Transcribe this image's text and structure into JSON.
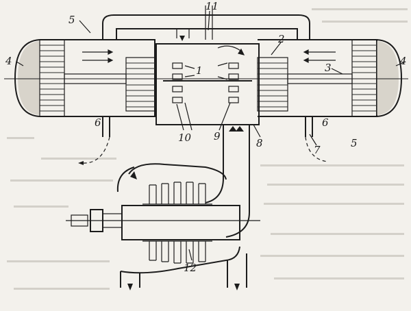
{
  "figure": {
    "labels": [
      {
        "id": "11",
        "text": "11"
      },
      {
        "id": "5-left",
        "text": "5"
      },
      {
        "id": "2",
        "text": "2"
      },
      {
        "id": "4-left",
        "text": "4"
      },
      {
        "id": "1",
        "text": "1"
      },
      {
        "id": "3",
        "text": "3"
      },
      {
        "id": "4-right",
        "text": "4"
      },
      {
        "id": "6-left",
        "text": "6"
      },
      {
        "id": "6-right",
        "text": "6"
      },
      {
        "id": "10",
        "text": "10"
      },
      {
        "id": "9",
        "text": "9"
      },
      {
        "id": "8",
        "text": "8"
      },
      {
        "id": "7",
        "text": "7"
      },
      {
        "id": "5-right",
        "text": "5"
      },
      {
        "id": "12",
        "text": "12"
      }
    ]
  },
  "colors": {
    "ink": "#1c1c1c",
    "paper": "#f3f1ec",
    "bleed_through": "#b9b6ae"
  }
}
